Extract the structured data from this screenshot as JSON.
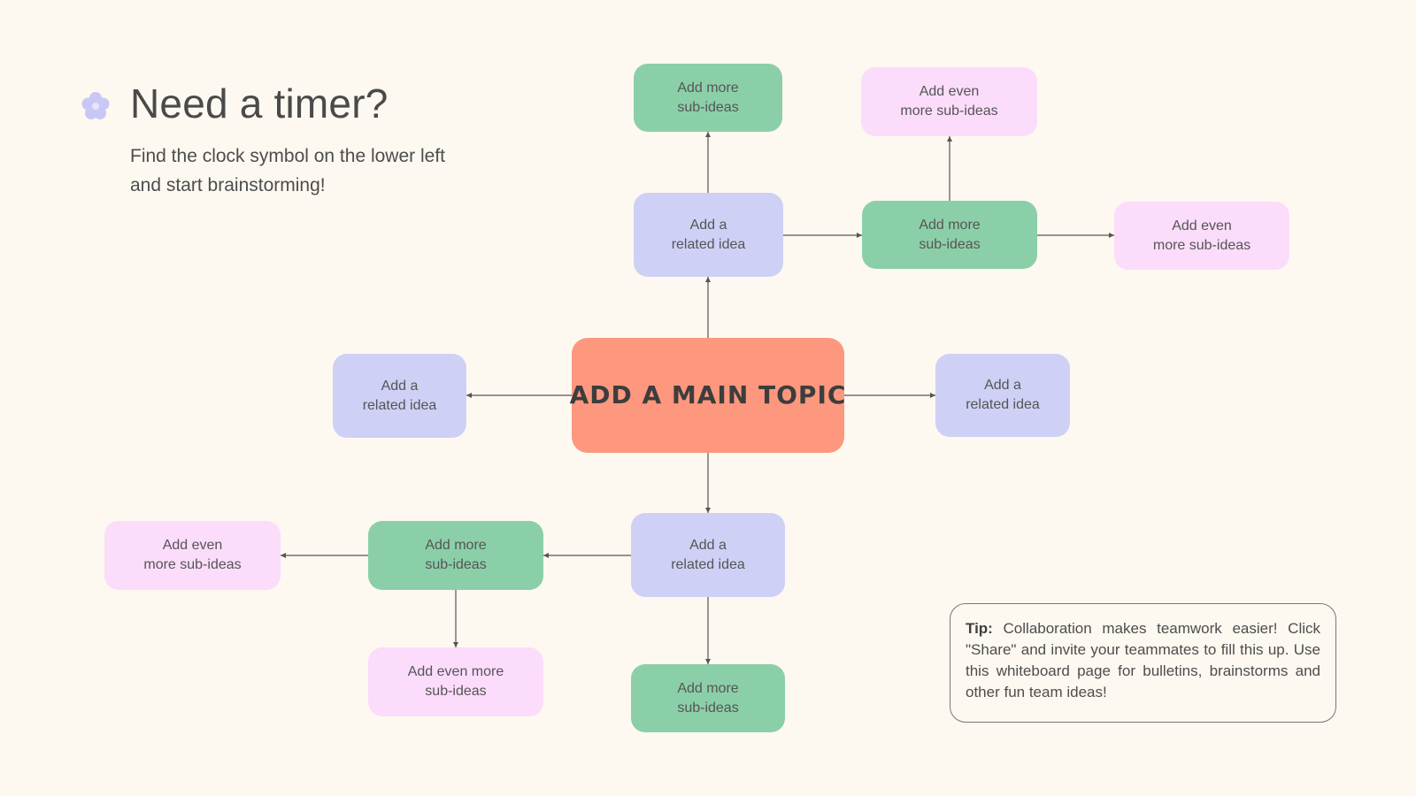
{
  "header": {
    "title": "Need a timer?",
    "subtitle_lines": [
      "Find the clock symbol on the lower left",
      "and start brainstorming!"
    ],
    "icon": "flower-icon",
    "icon_color": "#c7c8f6"
  },
  "diagram": {
    "main_topic": "ADD A MAIN TOPIC",
    "nodes": {
      "related_top": [
        "Add a",
        "related idea"
      ],
      "related_left": [
        "Add a",
        "related idea"
      ],
      "related_right": [
        "Add a",
        "related idea"
      ],
      "related_bottom": [
        "Add a",
        "related idea"
      ],
      "sub_top_up": [
        "Add more",
        "sub-ideas"
      ],
      "sub_top_right": [
        "Add more",
        "sub-ideas"
      ],
      "even_top_up": [
        "Add even",
        "more sub-ideas"
      ],
      "even_top_right": [
        "Add even",
        "more sub-ideas"
      ],
      "sub_bottom_left": [
        "Add more",
        "sub-ideas"
      ],
      "sub_bottom_down": [
        "Add more",
        "sub-ideas"
      ],
      "even_bottom_left": [
        "Add even",
        "more sub-ideas"
      ],
      "even_bottom_down": [
        "Add even more",
        "sub-ideas"
      ]
    }
  },
  "tip": {
    "label": "Tip:",
    "text": " Collaboration makes teamwork easier! Click \"Share\" and invite your teammates to fill this up. Use this whiteboard page for bulletins, brainstorms and other fun team ideas!"
  },
  "colors": {
    "background": "#fdf9f1",
    "main_topic": "#fd977e",
    "related_idea": "#cfd0f6",
    "sub_idea": "#8bcfa9",
    "even_more": "#fcdcfb",
    "connector": "#555555"
  }
}
